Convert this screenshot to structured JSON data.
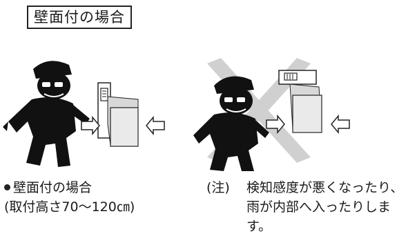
{
  "section": {
    "title": "壁面付の場合"
  },
  "caption": {
    "bullet_text": "壁面付の場合",
    "sub_text": "(取付高さ70〜120㎝)"
  },
  "note": {
    "label": "(注)",
    "text": "検知感度が悪くなったり、雨が内部へ入ったりします。"
  },
  "icons": [
    "burglar-figure",
    "sensor-device",
    "arrow-right",
    "arrow-left",
    "prohibition-cross"
  ]
}
